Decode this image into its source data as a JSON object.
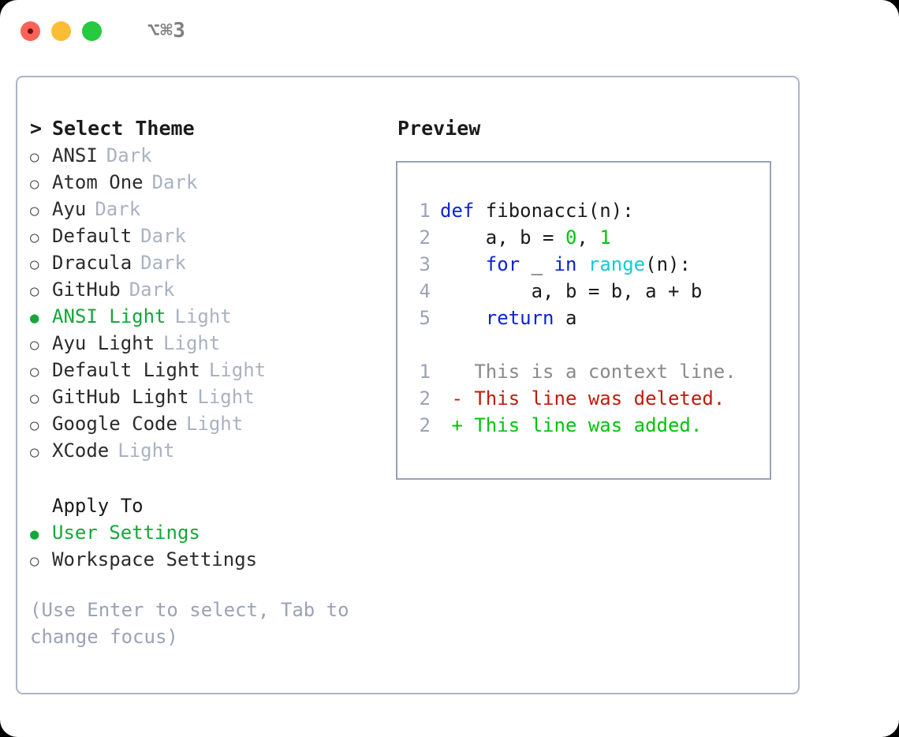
{
  "window": {
    "shortcut_label": "⌥⌘3",
    "traffic_lights": [
      "close-button",
      "minimize-button",
      "zoom-button"
    ]
  },
  "theme_picker": {
    "title": "Select Theme",
    "title_marker": ">",
    "bullet_selected": "●",
    "bullet_unselected": "○",
    "accent_color": "#14a83a",
    "items": [
      {
        "label": "ANSI",
        "tag": "Dark",
        "selected": false
      },
      {
        "label": "Atom One",
        "tag": "Dark",
        "selected": false
      },
      {
        "label": "Ayu",
        "tag": "Dark",
        "selected": false
      },
      {
        "label": "Default",
        "tag": "Dark",
        "selected": false
      },
      {
        "label": "Dracula",
        "tag": "Dark",
        "selected": false
      },
      {
        "label": "GitHub",
        "tag": "Dark",
        "selected": false
      },
      {
        "label": "ANSI Light",
        "tag": "Light",
        "selected": true
      },
      {
        "label": "Ayu Light",
        "tag": "Light",
        "selected": false
      },
      {
        "label": "Default Light",
        "tag": "Light",
        "selected": false
      },
      {
        "label": "GitHub Light",
        "tag": "Light",
        "selected": false
      },
      {
        "label": "Google Code",
        "tag": "Light",
        "selected": false
      },
      {
        "label": "XCode",
        "tag": "Light",
        "selected": false
      }
    ]
  },
  "apply_to": {
    "heading": "Apply To",
    "items": [
      {
        "label": "User Settings",
        "selected": true
      },
      {
        "label": "Workspace Settings",
        "selected": false
      }
    ]
  },
  "hint": "(Use Enter to select, Tab to change focus)",
  "preview": {
    "title": "Preview",
    "code_lines": [
      {
        "ln": "1",
        "tokens": [
          {
            "t": "def",
            "c": "kw"
          },
          {
            "t": " fibonacci(n):",
            "c": "txt"
          }
        ]
      },
      {
        "ln": "2",
        "tokens": [
          {
            "t": "    a, b = ",
            "c": "txt"
          },
          {
            "t": "0",
            "c": "num"
          },
          {
            "t": ", ",
            "c": "txt"
          },
          {
            "t": "1",
            "c": "num"
          }
        ]
      },
      {
        "ln": "3",
        "tokens": [
          {
            "t": "    ",
            "c": "txt"
          },
          {
            "t": "for",
            "c": "kw"
          },
          {
            "t": " _ ",
            "c": "txt"
          },
          {
            "t": "in",
            "c": "kw"
          },
          {
            "t": " ",
            "c": "txt"
          },
          {
            "t": "range",
            "c": "fn"
          },
          {
            "t": "(n):",
            "c": "txt"
          }
        ]
      },
      {
        "ln": "4",
        "tokens": [
          {
            "t": "        a, b = b, a + b",
            "c": "txt"
          }
        ]
      },
      {
        "ln": "5",
        "tokens": [
          {
            "t": "    ",
            "c": "txt"
          },
          {
            "t": "return",
            "c": "kw"
          },
          {
            "t": " a",
            "c": "txt"
          }
        ]
      },
      {
        "ln": "",
        "tokens": []
      },
      {
        "ln": "1",
        "tokens": [
          {
            "t": "   This is a context line.",
            "c": "ctx"
          }
        ]
      },
      {
        "ln": "2",
        "tokens": [
          {
            "t": " - This line was deleted.",
            "c": "del"
          }
        ]
      },
      {
        "ln": "2",
        "tokens": [
          {
            "t": " + This line was added.",
            "c": "add"
          }
        ]
      }
    ]
  }
}
